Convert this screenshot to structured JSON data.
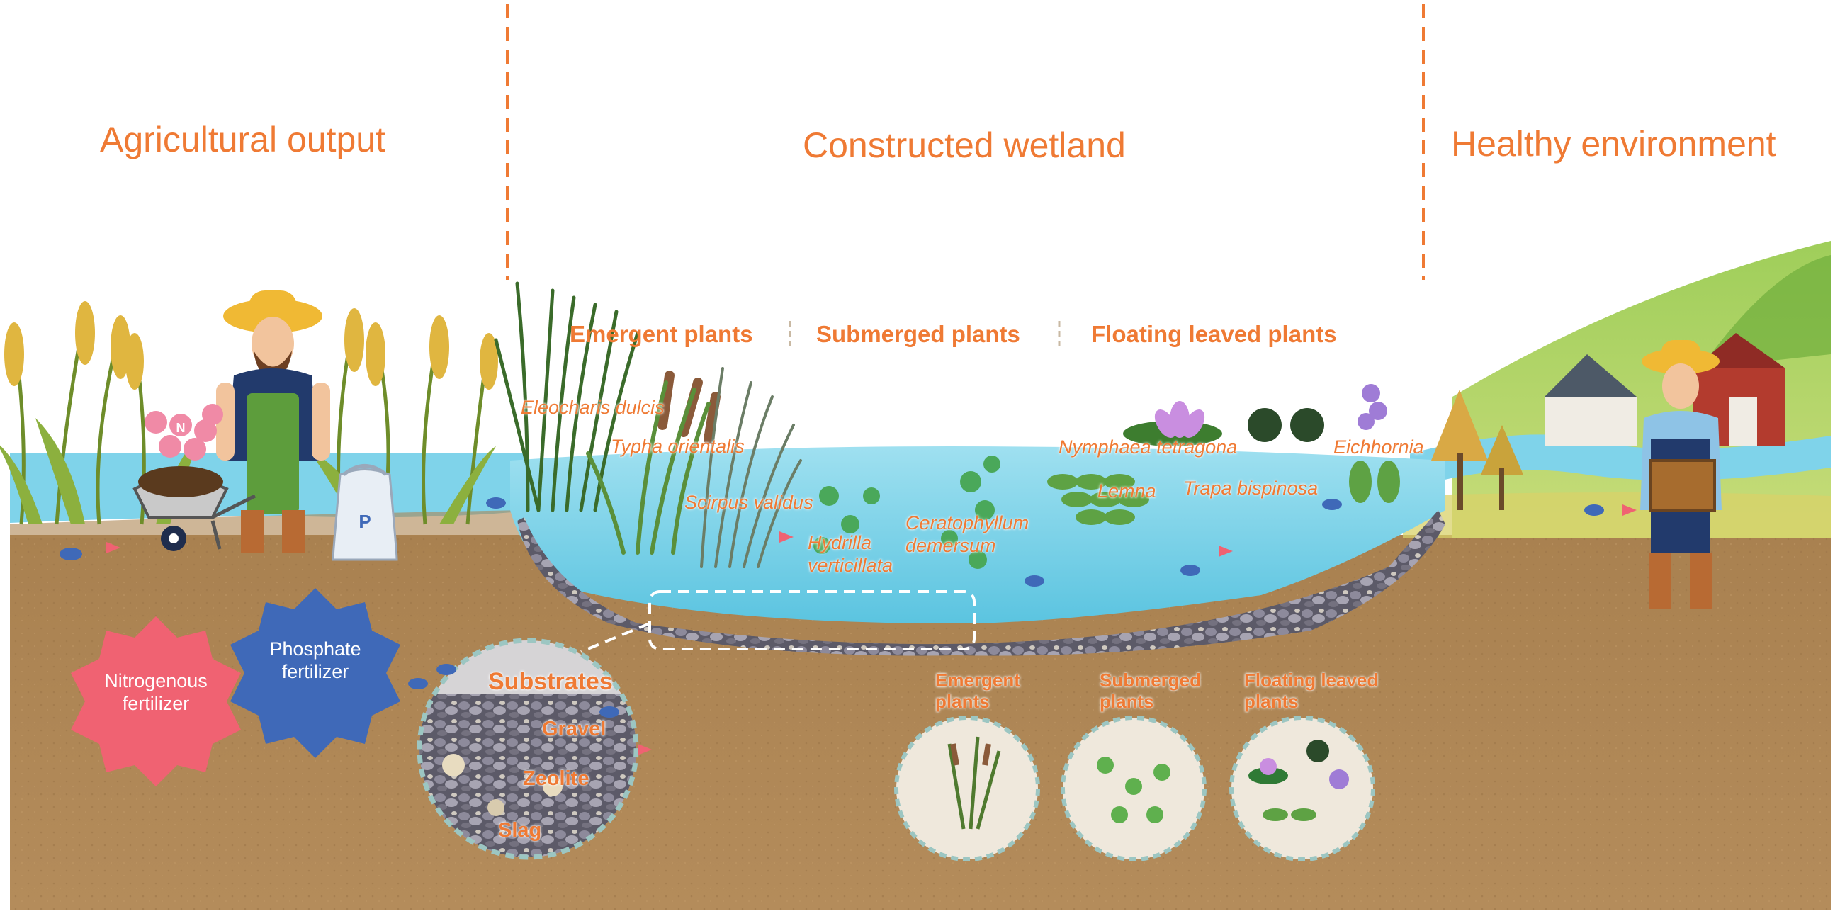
{
  "sections": {
    "agricultural_output": "Agricultural output",
    "constructed_wetland": "Constructed wetland",
    "healthy_environment": "Healthy environment"
  },
  "plant_categories": {
    "emergent": "Emergent plants",
    "submerged": "Submerged plants",
    "floating_leaved": "Floating leaved plants"
  },
  "species": {
    "eleocharis": "Eleocharis dulcis",
    "typha": "Typha orientalis",
    "scirpus": "Scirpus validus",
    "hydrilla": "Hydrilla verticillata",
    "ceratophyllum": "Ceratophyllum demersum",
    "nymphaea": "Nymphaea tetragona",
    "lemna": "Lemna",
    "trapa": "Trapa bispinosa",
    "eichhornia": "Eichhornia"
  },
  "fertilizers": {
    "nitrogenous": "Nitrogenous fertilizer",
    "phosphate": "Phosphate fertilizer",
    "n_letter": "N",
    "p_letter": "P"
  },
  "substrates": {
    "title": "Substrates",
    "gravel": "Gravel",
    "zeolite": "Zeolite",
    "slag": "Slag"
  },
  "plant_closeups": {
    "emergent": "Emergent plants",
    "submerged": "Submerged plants",
    "floating_leaved": "Floating leaved plants"
  },
  "colors": {
    "label_orange": "#ef7a34",
    "soil": "#ad8552",
    "water": "#7fd3ea",
    "nitrogen_gear": "#f06272",
    "phosphate_gear": "#3f69b8",
    "divider": "#ef7a34"
  },
  "icons": [
    "farmer-icon",
    "wheat-icon",
    "wheelbarrow-icon",
    "fertilizer-bag-icon",
    "barn-icon",
    "tree-icon",
    "gear-icon",
    "microbe-icon",
    "lotus-icon",
    "hyacinth-icon"
  ]
}
